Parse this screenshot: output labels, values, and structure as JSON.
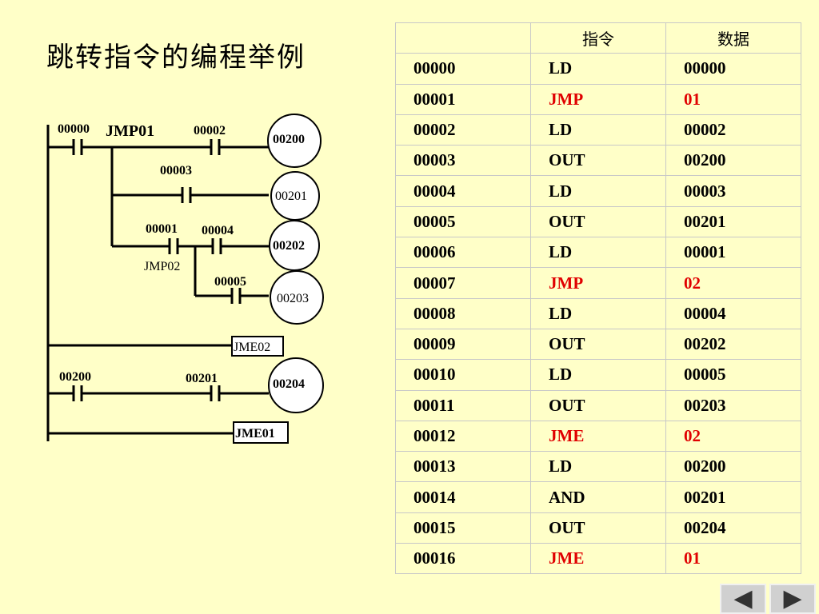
{
  "title": "跳转指令的编程举例",
  "table": {
    "headers": [
      "",
      "指令",
      "数据"
    ],
    "rows": [
      {
        "addr": "00000",
        "op": "LD",
        "data": "00000",
        "hl": false
      },
      {
        "addr": "00001",
        "op": "JMP",
        "data": "01",
        "hl": true
      },
      {
        "addr": "00002",
        "op": "LD",
        "data": "00002",
        "hl": false
      },
      {
        "addr": "00003",
        "op": "OUT",
        "data": "00200",
        "hl": false
      },
      {
        "addr": "00004",
        "op": "LD",
        "data": "00003",
        "hl": false
      },
      {
        "addr": "00005",
        "op": "OUT",
        "data": "00201",
        "hl": false
      },
      {
        "addr": "00006",
        "op": "LD",
        "data": "00001",
        "hl": false
      },
      {
        "addr": "00007",
        "op": "JMP",
        "data": "02",
        "hl": true
      },
      {
        "addr": "00008",
        "op": "LD",
        "data": "00004",
        "hl": false
      },
      {
        "addr": "00009",
        "op": "OUT",
        "data": "00202",
        "hl": false
      },
      {
        "addr": "00010",
        "op": "LD",
        "data": "00005",
        "hl": false
      },
      {
        "addr": "00011",
        "op": "OUT",
        "data": "00203",
        "hl": false
      },
      {
        "addr": "00012",
        "op": "JME",
        "data": "02",
        "hl": true
      },
      {
        "addr": "00013",
        "op": "LD",
        "data": "00200",
        "hl": false
      },
      {
        "addr": "00014",
        "op": "AND",
        "data": "00201",
        "hl": false
      },
      {
        "addr": "00015",
        "op": "OUT",
        "data": "00204",
        "hl": false
      },
      {
        "addr": "00016",
        "op": "JME",
        "data": "01",
        "hl": true
      }
    ]
  },
  "diagram": {
    "c_00000": "00000",
    "jmp01": "JMP01",
    "c_00002": "00002",
    "coil_00200": "00200",
    "c_00003": "00003",
    "coil_00201": "00201",
    "c_00001": "00001",
    "c_00004": "00004",
    "coil_00202": "00202",
    "jmp02": "JMP02",
    "c_00005": "00005",
    "coil_00203": "00203",
    "jme02": "JME02",
    "c_00200": "00200",
    "c_00201": "00201",
    "coil_00204": "00204",
    "jme01": "JME01"
  },
  "nav": {
    "prev_icon": "triangle-left-icon",
    "next_icon": "triangle-right-icon"
  },
  "colors": {
    "background": "#ffffc8",
    "highlight": "#e00000"
  }
}
